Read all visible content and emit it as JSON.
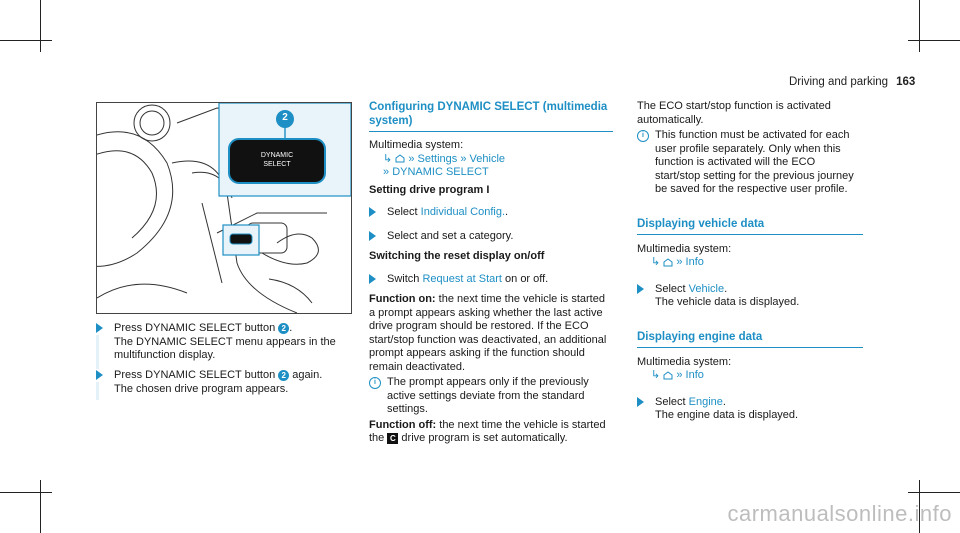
{
  "header": {
    "section": "Driving and parking",
    "page": "163"
  },
  "illustration": {
    "callout": "2",
    "button_line1": "DYNAMIC",
    "button_line2": "SELECT"
  },
  "left": {
    "step1": {
      "prefix": "Press DYNAMIC SELECT button",
      "num": "2",
      "suffix": ".",
      "detail": "The DYNAMIC SELECT menu appears in the multifunction display."
    },
    "step2": {
      "prefix": "Press DYNAMIC SELECT button",
      "num": "2",
      "suffix": " again.",
      "detail": "The chosen drive program appears."
    }
  },
  "middle": {
    "heading": "Configuring DYNAMIC SELECT (multimedia system)",
    "mm_label": "Multimedia system:",
    "path1": "Settings",
    "path2": "Vehicle",
    "path3": "DYNAMIC SELECT",
    "sub1": "Setting drive program I",
    "s1_pre": "Select ",
    "s1_link": "Individual Config.",
    "s1_post": ".",
    "s2": "Select and set a category.",
    "sub2": "Switching the reset display on/off",
    "s3_pre": "Switch ",
    "s3_link": "Request at Start",
    "s3_post": " on or off.",
    "fon_label": "Function on:",
    "fon_text": " the next time the vehicle is started a prompt appears asking whether the last active drive program should be restored. If the ECO start/stop function was deactivated, an additional prompt appears asking if the function should remain deactivated.",
    "note1": "The prompt appears only if the previously active settings deviate from the standard settings.",
    "foff_label": "Function off:",
    "foff_pre": " the next time the vehicle is started the ",
    "foff_icon": "C",
    "foff_post": " drive program is set automatically."
  },
  "right": {
    "eco_text": "The ECO start/stop function is activated automatically.",
    "note2": "This function must be activated for each user profile separately. Only when this function is activated will the ECO start/stop setting for the previous journey be saved for the respective user profile.",
    "h_vehicle": "Displaying vehicle data",
    "mm_label2": "Multimedia system:",
    "path_info": "Info",
    "v_pre": "Select ",
    "v_link": "Vehicle",
    "v_post": ".",
    "v_detail": "The vehicle data is displayed.",
    "h_engine": "Displaying engine data",
    "mm_label3": "Multimedia system:",
    "path_info2": "Info",
    "e_pre": "Select ",
    "e_link": "Engine",
    "e_post": ".",
    "e_detail": "The engine data is displayed."
  },
  "watermark": "carmanualsonline.info",
  "colors": {
    "accent": "#1e8fc4",
    "note_bar": "#e3f1f8"
  }
}
